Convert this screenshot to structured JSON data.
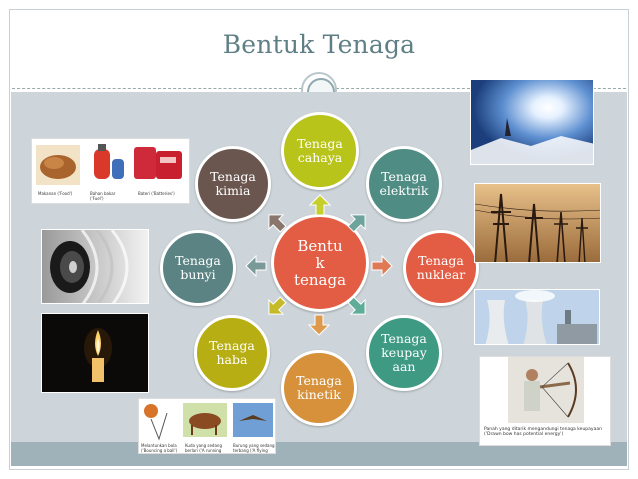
{
  "slide": {
    "title": "Bentuk Tenaga"
  },
  "diagram": {
    "center": "Bentu\nk\ntenaga",
    "nodes": [
      {
        "key": "cahaya",
        "label": "Tenaga\ncahaya",
        "color": "#b8c41a"
      },
      {
        "key": "elektrik",
        "label": "Tenaga\nelektrik",
        "color": "#4f8c84"
      },
      {
        "key": "nuklear",
        "label": "Tenaga\nnuklear",
        "color": "#e25d43"
      },
      {
        "key": "keupayaan",
        "label": "Tenaga\nkeupay\naan",
        "color": "#3f9a84"
      },
      {
        "key": "kinetik",
        "label": "Tenaga\nkinetik",
        "color": "#d6913a"
      },
      {
        "key": "haba",
        "label": "Tenaga\nhaba",
        "color": "#b7ae13"
      },
      {
        "key": "bunyi",
        "label": "Tenaga\nbunyi",
        "color": "#5b8383"
      },
      {
        "key": "kimia",
        "label": "Tenaga\nkimia",
        "color": "#6a564f"
      }
    ]
  },
  "captions": {
    "kimia_food": "Makanan ('Food')",
    "kimia_fuel": "Bahan bakar ('Fuel')",
    "kimia_battery": "Bateri ('Batteries')",
    "kinetik_ball": "Melantunkan bola ('Bouncing a ball')",
    "kinetik_horse": "Kuda yang sedang berlari ('A running horse')",
    "kinetik_bird": "Burung yang sedang terbang ('A flying bird')",
    "keupayaan_bow": "Panah yang ditarik mengandungi tenaga keupayaan ('Drawn bow has potential energy')"
  }
}
